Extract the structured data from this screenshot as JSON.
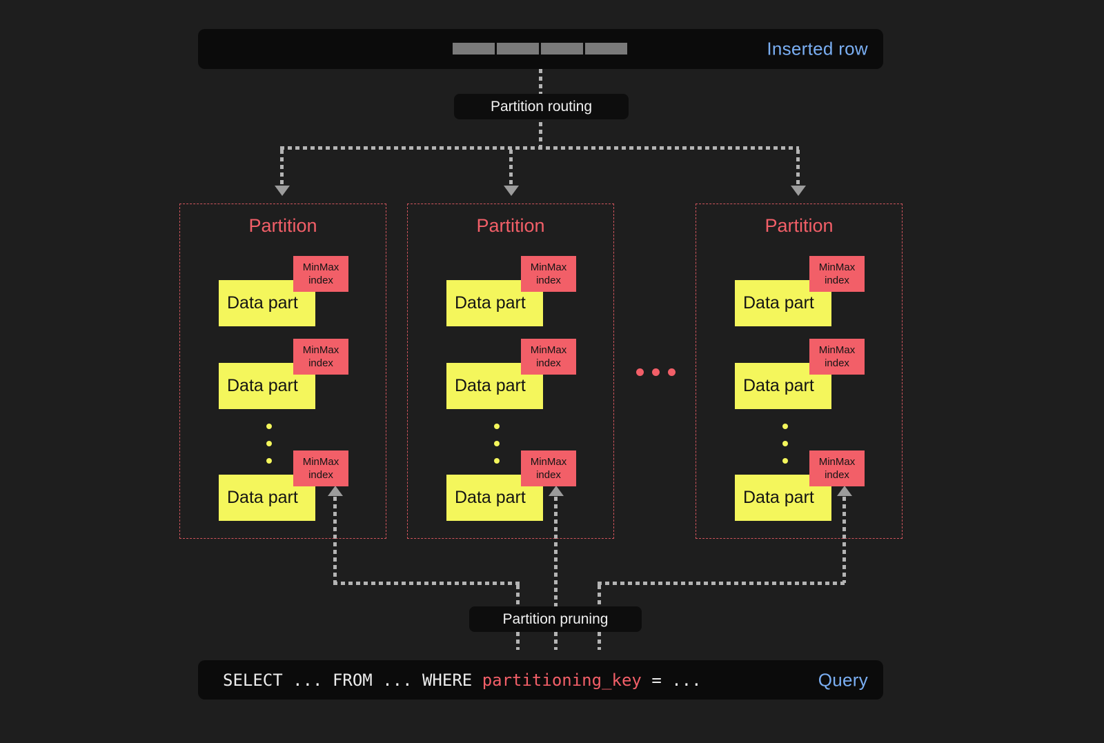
{
  "colors": {
    "background": "#1e1e1e",
    "bar-bg": "#0b0b0b",
    "pill-bg": "#0d0d0d",
    "blue": "#7aaef2",
    "red": "#f25f68",
    "yellow": "#f4f65c",
    "line": "#b4b4b4",
    "arrow": "#9c9c9c",
    "segment": "#7a7a7a",
    "text-light": "#f1f1f1",
    "text-dark": "#141414"
  },
  "inserted_row_bar": {
    "label": "Inserted row"
  },
  "routing_pill": {
    "label": "Partition routing"
  },
  "pruning_pill": {
    "label": "Partition pruning"
  },
  "partitions": [
    {
      "title": "Partition",
      "parts": [
        {
          "label": "Data part",
          "tag": "MinMax index"
        },
        {
          "label": "Data part",
          "tag": "MinMax index"
        },
        {
          "label": "Data part",
          "tag": "MinMax index"
        }
      ]
    },
    {
      "title": "Partition",
      "parts": [
        {
          "label": "Data part",
          "tag": "MinMax index"
        },
        {
          "label": "Data part",
          "tag": "MinMax index"
        },
        {
          "label": "Data part",
          "tag": "MinMax index"
        }
      ]
    },
    {
      "title": "Partition",
      "parts": [
        {
          "label": "Data part",
          "tag": "MinMax index"
        },
        {
          "label": "Data part",
          "tag": "MinMax index"
        },
        {
          "label": "Data part",
          "tag": "MinMax index"
        }
      ]
    }
  ],
  "query_bar": {
    "text_before": "SELECT ... FROM ... WHERE ",
    "highlighted_key": "partitioning_key",
    "text_after": " = ...",
    "label": "Query"
  }
}
